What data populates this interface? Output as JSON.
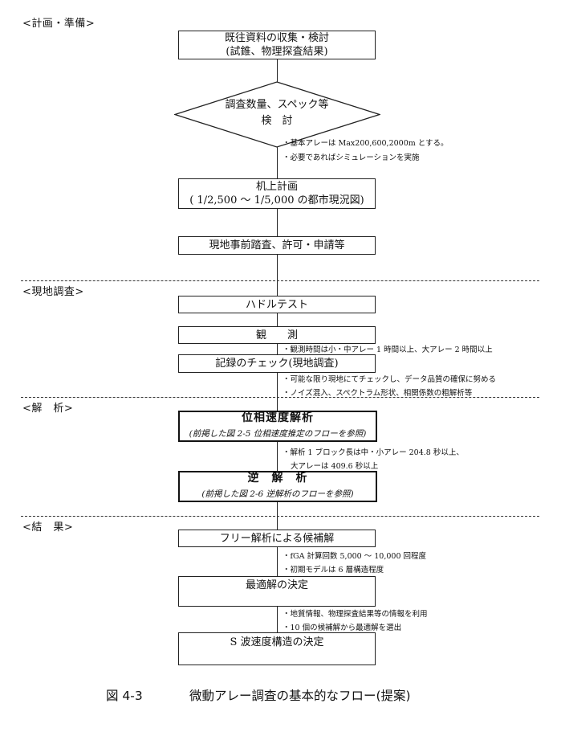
{
  "sections": {
    "plan": "<計画・準備>",
    "field": "<現地調査>",
    "analysis": "<解　析>",
    "result": "<結　果>"
  },
  "boxes": {
    "collect": [
      "既往資料の収集・検討",
      "(試錐、物理探査結果)"
    ],
    "diamond": [
      "調査数量、スペック等",
      "検　討"
    ],
    "desk": [
      "机上計画",
      "( 1/2,500 ～ 1/5,000 の都市現況図)"
    ],
    "survey": "現地事前踏査、許可・申請等",
    "hurdle": "ハドルテスト",
    "observe": "観　　測",
    "check": "記録のチェック(現地調査)",
    "phase": [
      "位相速度解析",
      "(前掲した図 2-5 位相速度推定のフローを参照)"
    ],
    "inverse": [
      "逆　解　析",
      "(前掲した図 2-6 逆解析のフローを参照)"
    ],
    "free": "フリー解析による候補解",
    "best": "最適解の決定",
    "swave": "S 波速度構造の決定"
  },
  "notes": {
    "n1": "・基本アレーは Max200,600,2000m とする。",
    "n2": "・必要であればシミュレーションを実施",
    "n3": "・観測時間は小・中アレー 1 時間以上、大アレー 2 時間以上",
    "n4": "・可能な限り現地にてチェックし、データ品質の確保に努める",
    "n5": "・ノイズ混入、スペクトラム形状、相関係数の粗解析等",
    "n6": "・解析 1 ブロック長は中・小アレー 204.8 秒以上、",
    "n7": "大アレーは 409.6 秒以上",
    "n8": "・fGA 計算回数 5,000 ～ 10,000 回程度",
    "n9": "・初期モデルは 6 層構造程度",
    "n10": "・地質情報、物理探査結果等の情報を利用",
    "n11": "・10 個の候補解から最適解を選出"
  },
  "caption": {
    "number": "図 4-3",
    "title": "微動アレー調査の基本的なフロー(提案)"
  }
}
